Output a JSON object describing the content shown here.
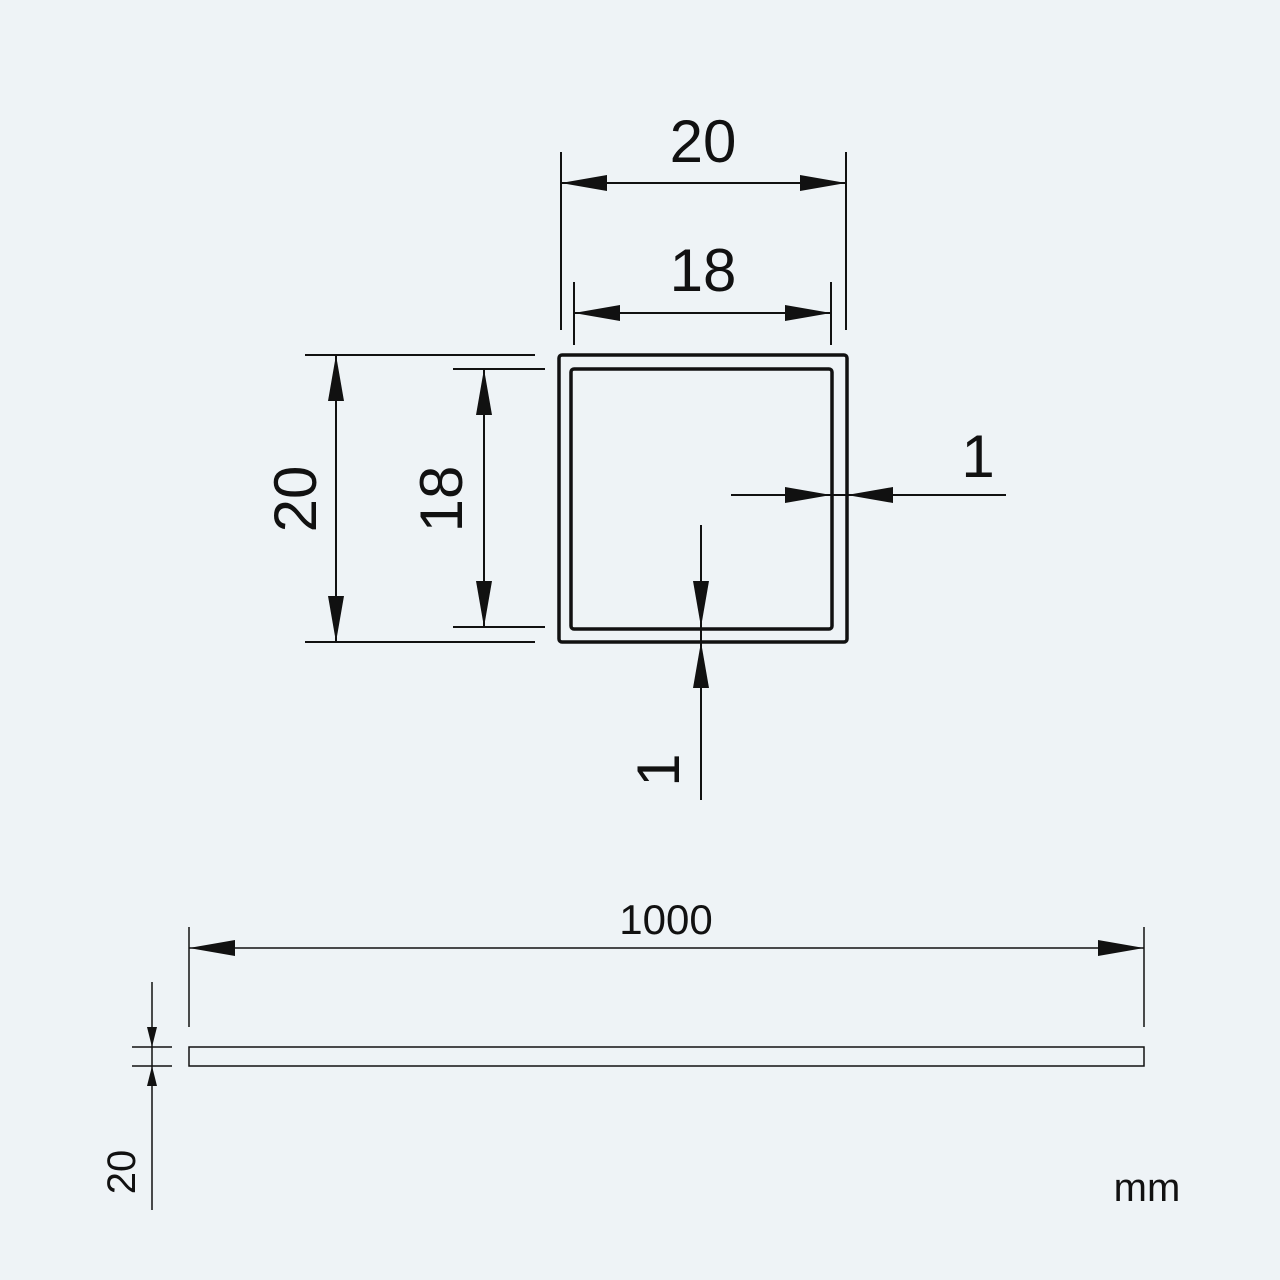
{
  "cross_section": {
    "outer_width": "20",
    "inner_width": "18",
    "outer_height": "20",
    "inner_height": "18",
    "wall_right": "1",
    "wall_bottom": "1"
  },
  "side_view": {
    "length": "1000",
    "height": "20"
  },
  "units": "mm",
  "colors": {
    "background": "#eef3f6",
    "line": "#111111"
  }
}
